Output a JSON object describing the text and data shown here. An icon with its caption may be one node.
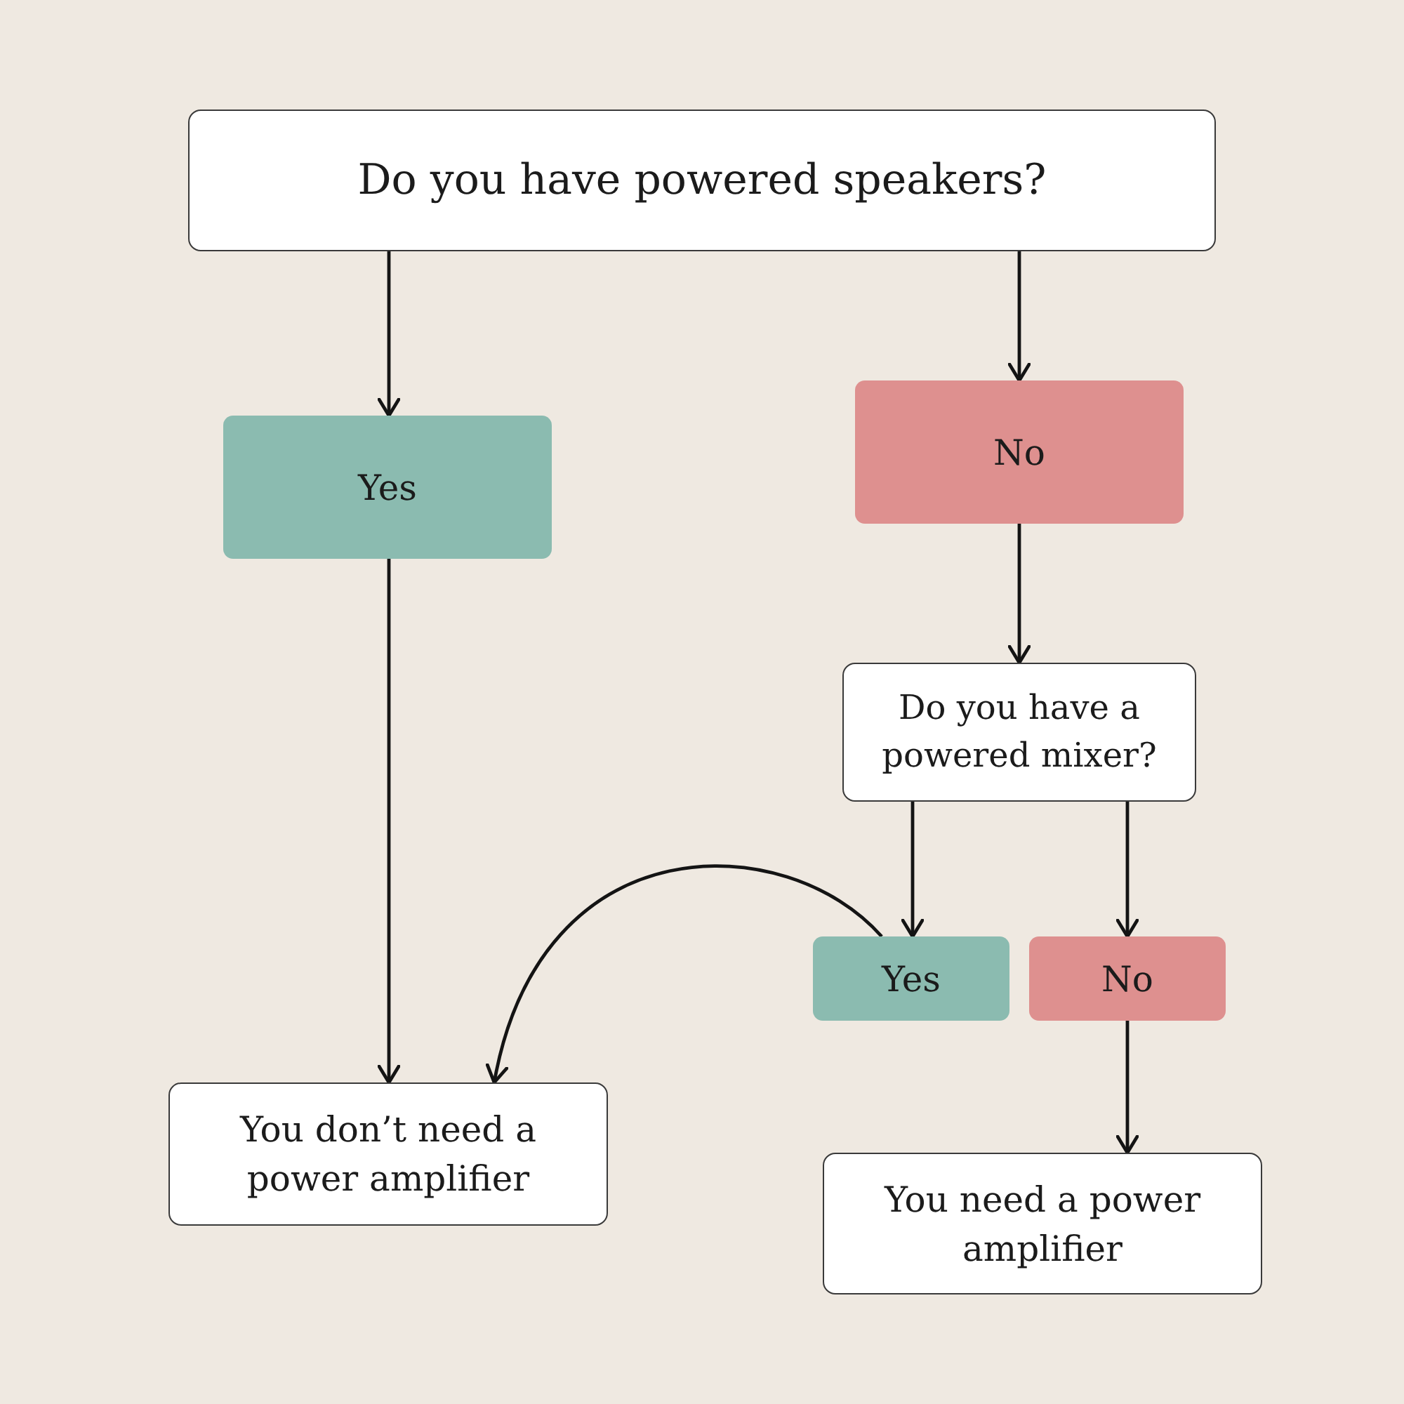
{
  "diagram": {
    "nodes": [
      {
        "text": [
          "Do you have powered speakers?"
        ]
      },
      {
        "text": [
          "Yes"
        ]
      },
      {
        "text": [
          "No"
        ]
      },
      {
        "text": [
          "Do you have a powered mixer?"
        ]
      },
      {
        "text": [
          "Yes"
        ]
      },
      {
        "text": [
          "No"
        ]
      },
      {
        "text": [
          "You don’t need a power amplifier"
        ]
      },
      {
        "text": [
          "You need a power amplifier"
        ]
      }
    ],
    "edges": [
      {
        "from": 0,
        "to": 1,
        "arrow": "to"
      },
      {
        "from": 0,
        "to": 2,
        "arrow": "to"
      },
      {
        "from": 2,
        "to": 3,
        "arrow": "to"
      },
      {
        "from": 3,
        "to": 4,
        "arrow": "to"
      },
      {
        "from": 3,
        "to": 5,
        "arrow": "to"
      },
      {
        "from": 1,
        "to": 6,
        "arrow": "to"
      },
      {
        "from": 4,
        "to": 6,
        "arrow": "to"
      },
      {
        "from": 5,
        "to": 7,
        "arrow": "to"
      }
    ]
  }
}
